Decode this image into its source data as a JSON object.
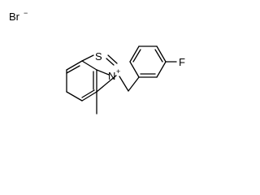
{
  "molecule": {
    "counter_ion": {
      "symbol": "Br",
      "charge": "−"
    },
    "atoms": {
      "sulfur": "S",
      "nitrogen": "N",
      "nitrogen_charge": "+",
      "fluorine": "F"
    },
    "label_color": "#000000",
    "bond_color": "#000000"
  }
}
